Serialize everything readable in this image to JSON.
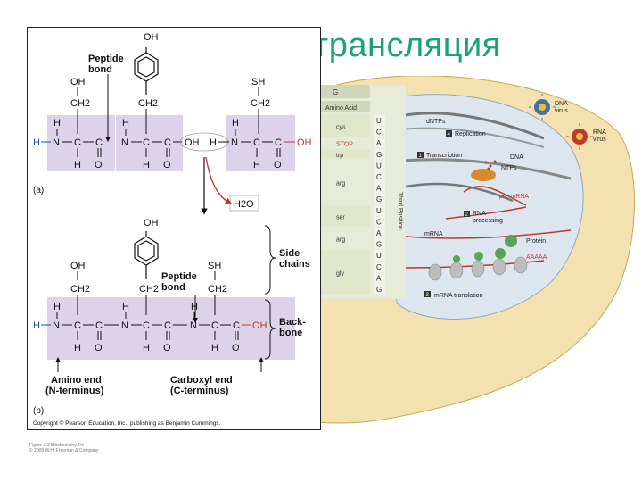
{
  "slide": {
    "title": "и трансляция",
    "small_caption_1": "Figure 3-3 Biochemistry 6/e",
    "small_caption_2": "© 2006 W.H. Freeman & Company"
  },
  "colors": {
    "title": "#1aa37a",
    "backbone_fill": "#dcd3ea",
    "cell_outer": "#f3e2b0",
    "nucleus": "#dde6ef"
  },
  "chem": {
    "part_a": "(a)",
    "part_b": "(b)",
    "oh": "OH",
    "sh": "SH",
    "ch2": "CH2",
    "h": "H",
    "n": "N",
    "c": "C",
    "o": "O",
    "peptide_bond": "Peptide",
    "peptide_bond_2": "bond",
    "water": "H2O",
    "side_chains_1": "Side",
    "side_chains_2": "chains",
    "backbone_1": "Back-",
    "backbone_2": "bone",
    "amino_end_1": "Amino end",
    "amino_end_2": "(N-terminus)",
    "carboxyl_end_1": "Carboxyl end",
    "carboxyl_end_2": "(C-terminus)",
    "copyright": "Copyright © Pearson Education, Inc., publishing as Benjamin Cummings."
  },
  "codon_table": {
    "header": "G",
    "col_label": "Amino Acid",
    "rows": [
      {
        "aa": "cys",
        "bases": [
          "U",
          "C"
        ]
      },
      {
        "aa": "STOP",
        "bases": [
          "A"
        ]
      },
      {
        "aa": "trp",
        "bases": [
          "G"
        ]
      },
      {
        "aa": "arg",
        "bases": [
          "U",
          "C",
          "A",
          "G"
        ]
      },
      {
        "aa": "ser",
        "bases": [
          "U",
          "C"
        ]
      },
      {
        "aa": "arg",
        "bases": [
          "A",
          "G"
        ]
      },
      {
        "aa": "gly",
        "bases": [
          "U",
          "C",
          "A",
          "G"
        ]
      }
    ],
    "third_position": "Third Position"
  },
  "cell": {
    "dna_virus_1": "DNA",
    "dna_virus_2": "virus",
    "rna_virus_1": "RNA",
    "rna_virus_2": "virus",
    "dntps": "dNTPs",
    "replication": "Replication",
    "transcription": "Transcription",
    "dna": "DNA",
    "ntps": "NTPs",
    "pre_mrna": "pre-mRNA",
    "rna_processing_1": "RNA",
    "rna_processing_2": "processing",
    "mrna": "mRNA",
    "protein": "Protein",
    "mrna_translation": "mRNA translation",
    "aaaa": "AAAAA",
    "step1": "1",
    "step2": "2",
    "step3": "3",
    "step4": "4"
  }
}
